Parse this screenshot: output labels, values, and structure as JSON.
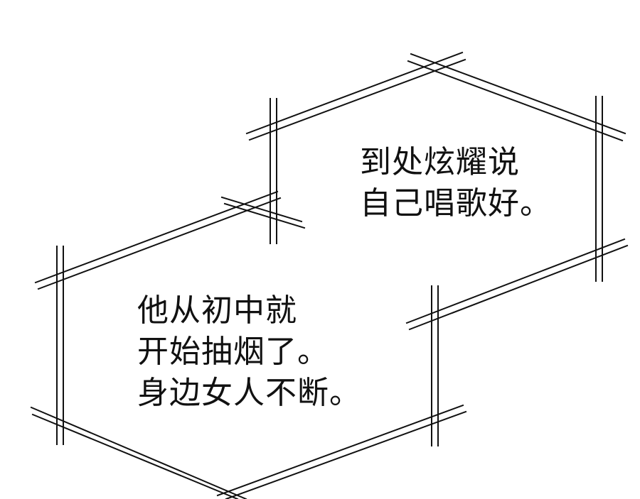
{
  "panel": {
    "caption_top": {
      "lines": [
        "到处炫耀说",
        "自己唱歌好。"
      ]
    },
    "caption_bottom": {
      "lines": [
        "他从初中就",
        "开始抽烟了。",
        "身边女人不断。"
      ]
    }
  },
  "style": {
    "background": "#ffffff",
    "line_color": "#111111",
    "text_color": "#111111"
  }
}
